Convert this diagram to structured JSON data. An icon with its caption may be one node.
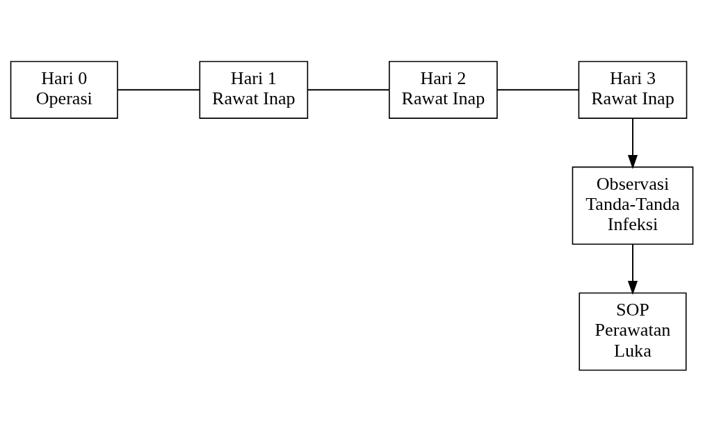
{
  "diagram": {
    "nodes": [
      {
        "text": [
          "Hari 0",
          "Operasi"
        ]
      },
      {
        "text": [
          "Hari 1",
          "Rawat Inap"
        ]
      },
      {
        "text": [
          "Hari 2",
          "Rawat Inap"
        ]
      },
      {
        "text": [
          "Hari 3",
          "Rawat Inap"
        ]
      },
      {
        "text": [
          "Observasi Tanda-Tanda Infeksi"
        ]
      },
      {
        "text": [
          "SOP Perawatan Luka"
        ]
      }
    ],
    "edges": [
      {
        "from": 0,
        "to": 1,
        "arrow": "none"
      },
      {
        "from": 1,
        "to": 2,
        "arrow": "none"
      },
      {
        "from": 2,
        "to": 3,
        "arrow": "none"
      },
      {
        "from": 3,
        "to": 4,
        "arrow": "to"
      },
      {
        "from": 4,
        "to": 5,
        "arrow": "to"
      }
    ]
  }
}
